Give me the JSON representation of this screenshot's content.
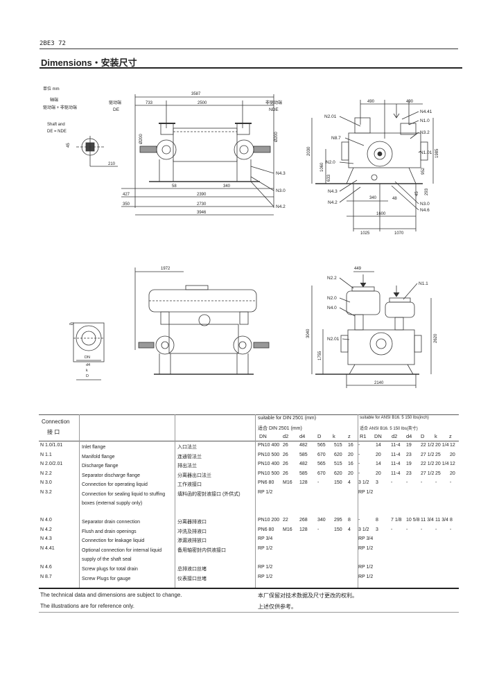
{
  "header": {
    "code": "2BE3 72",
    "title": "Dimensions・安装尺寸"
  },
  "drawing1": {
    "unit_label": "单位 mm",
    "shaft_cn": "轴端",
    "drive_non_drive_cn": "驱动端 + 非驱动端",
    "shaft_and": "Shaft and",
    "de_eq_nde": "DE = NDE",
    "de_cn": "驱动端",
    "de": "DE",
    "nde_cn": "非驱动端",
    "nde": "NDE",
    "dims": {
      "d3587": "3587",
      "d733": "733",
      "d2500": "2500",
      "d200a": "Ø200",
      "d200b": "Ø200",
      "d45": "45",
      "d210": "210",
      "d58": "58",
      "d340": "340",
      "d427": "427",
      "d2390": "2390",
      "d350": "350",
      "d2730": "2730",
      "d3946": "3946"
    },
    "labels": {
      "n43": "N4.3",
      "n30": "N3.0",
      "n42": "N4.2"
    }
  },
  "drawing2": {
    "dims": {
      "d490a": "490",
      "d490b": "490",
      "d2030": "2030",
      "d1985": "1985",
      "d1060": "1060",
      "d633": "633",
      "d952": "952",
      "d45": "45",
      "d293": "293",
      "d340": "340",
      "d48": "48",
      "d1600": "1600",
      "d1025": "1025",
      "d1070": "1070"
    },
    "labels": {
      "n201": "N2.01",
      "n87": "N8.7",
      "n20": "N2.0",
      "n43": "N4.3",
      "n42": "N4.2",
      "n441": "N4.41",
      "n10": "N1.0",
      "n32": "N3.2",
      "n101": "N1.01",
      "n30": "N3.0",
      "n46": "N4.6"
    }
  },
  "drawing3": {
    "dims": {
      "d1972": "1972",
      "dn": "DN",
      "d2": "d2",
      "d4": "d4",
      "dD": "D",
      "dk": "k"
    }
  },
  "drawing4": {
    "dims": {
      "d449": "449",
      "d3040": "3040",
      "d1755": "1755",
      "d2620": "2620",
      "d2140": "2140"
    },
    "labels": {
      "n22": "N2.2",
      "n20": "N2.0",
      "n40": "N4.0",
      "n201": "N2.01",
      "n11": "N1.1"
    }
  },
  "table": {
    "h_connection": "Connection",
    "h_connection_cn": "接 口",
    "h_din": "suitable for DIN 2501 (mm)",
    "h_din_cn": "适合 DIN 2501 (mm)",
    "h_ansi": "suitable for ANSI B16. 5 150 lbs(inch)",
    "h_ansi_cn": "适合 ANSI B16. 5 150 lbs(英寸)",
    "cols_din": [
      "DN",
      "d2",
      "d4",
      "D",
      "k",
      "z"
    ],
    "cols_ansi": [
      "R1",
      "DN",
      "d2",
      "d4",
      "D",
      "k",
      "z"
    ],
    "rows": [
      {
        "id": "N 1.0/1.01",
        "en": "Inlet flange",
        "cn": "入口法兰",
        "din": [
          "PN10 400",
          "26",
          "482",
          "565",
          "515",
          "16"
        ],
        "ansi": [
          "-",
          "14",
          "11-4",
          "19",
          "22 1/2",
          "20 1/4",
          "12"
        ]
      },
      {
        "id": "N 1.1",
        "en": "Manifold flange",
        "cn": "连通管法兰",
        "din": [
          "PN10 500",
          "26",
          "585",
          "670",
          "620",
          "20"
        ],
        "ansi": [
          "-",
          "20",
          "11-4",
          "23",
          "27 1/2",
          "25",
          "20"
        ]
      },
      {
        "id": "N 2.0/2.01",
        "en": "Discharge flange",
        "cn": "排出法兰",
        "din": [
          "PN10 400",
          "26",
          "482",
          "565",
          "515",
          "16"
        ],
        "ansi": [
          "-",
          "14",
          "11-4",
          "19",
          "22 1/2",
          "20 1/4",
          "12"
        ]
      },
      {
        "id": "N 2.2",
        "en": "Separator discharge flange",
        "cn": "分离器出口法兰",
        "din": [
          "PN10 500",
          "26",
          "585",
          "670",
          "620",
          "20"
        ],
        "ansi": [
          "-",
          "20",
          "11-4",
          "23",
          "27 1/2",
          "25",
          "20"
        ]
      },
      {
        "id": "N 3.0",
        "en": "Connection for operating liquid",
        "cn": "工作液接口",
        "din": [
          "PN6 80",
          "M16",
          "128",
          "-",
          "150",
          "4"
        ],
        "ansi": [
          "3 1/2",
          "3",
          "-",
          "-",
          "-",
          "-",
          "-"
        ]
      },
      {
        "id": "N 3.2",
        "en": "Connection for sealing liquid to stuffing boxes (external supply only)",
        "cn": "填料函的密封液接口 (外供式)",
        "din": [
          "RP 1/2",
          "",
          "",
          "",
          "",
          ""
        ],
        "ansi": [
          "RP 1/2",
          "",
          "",
          "",
          "",
          "",
          ""
        ]
      },
      {
        "id": "N 4.0",
        "en": "Separator drain connection",
        "cn": "分离器排液口",
        "din": [
          "PN10 200",
          "22",
          "268",
          "340",
          "295",
          "8"
        ],
        "ansi": [
          "-",
          "8",
          "7 1/8",
          "10 5/8",
          "11 3/4",
          "11 3/4",
          "8"
        ]
      },
      {
        "id": "N 4.2",
        "en": "Flush and drain openings",
        "cn": "冲洗及排液口",
        "din": [
          "PN6 80",
          "M16",
          "128",
          "-",
          "150",
          "4"
        ],
        "ansi": [
          "3 1/2",
          "3",
          "-",
          "-",
          "-",
          "-",
          "-"
        ]
      },
      {
        "id": "N 4.3",
        "en": "Connection for leakage liquid",
        "cn": "渗漏液排放口",
        "din": [
          "RP 3/4",
          "",
          "",
          "",
          "",
          ""
        ],
        "ansi": [
          "RP 3/4",
          "",
          "",
          "",
          "",
          "",
          ""
        ]
      },
      {
        "id": "N 4.41",
        "en": "Optional connection for internal liquid supply of the shaft seal",
        "cn": "备用轴密封内供液接口",
        "din": [
          "RP 1/2",
          "",
          "",
          "",
          "",
          ""
        ],
        "ansi": [
          "RP 1/2",
          "",
          "",
          "",
          "",
          "",
          ""
        ]
      },
      {
        "id": "N 4.6",
        "en": "Screw plugs for total drain",
        "cn": "总排液口丝堵",
        "din": [
          "RP 1/2",
          "",
          "",
          "",
          "",
          ""
        ],
        "ansi": [
          "RP 1/2",
          "",
          "",
          "",
          "",
          "",
          ""
        ]
      },
      {
        "id": "N 8.7",
        "en": "Screw Plugs for gauge",
        "cn": "仪表接口丝堵",
        "din": [
          "RP 1/2",
          "",
          "",
          "",
          "",
          ""
        ],
        "ansi": [
          "RP 1/2",
          "",
          "",
          "",
          "",
          "",
          ""
        ]
      }
    ]
  },
  "footer": {
    "en1": "The technical data and dimensions are subject to change.",
    "en2": "The illustrations are for reference only.",
    "cn1": "本厂保留对技术数据及尺寸更改的权利。",
    "cn2": "上述仅供参考。"
  }
}
